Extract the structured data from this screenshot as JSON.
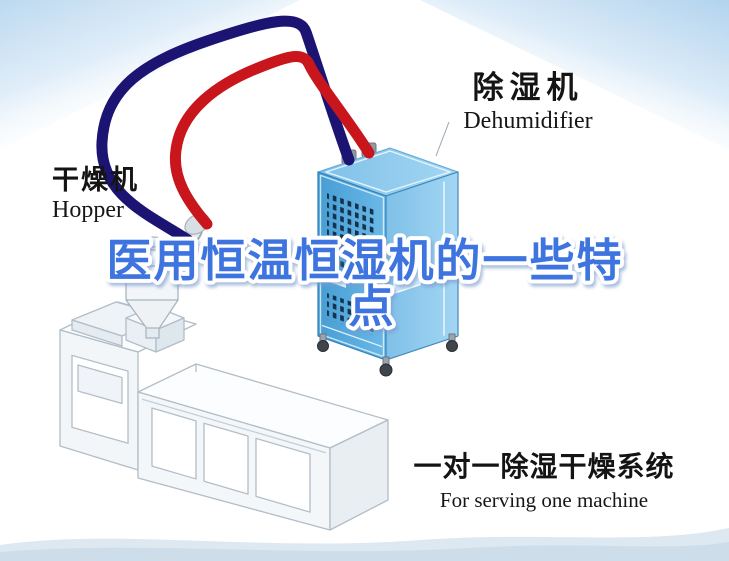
{
  "title": {
    "line1": "医用恒温恒湿机的一些特",
    "line2": "点",
    "color": "#3d74e0"
  },
  "labels": {
    "hopper_zh": "干燥机",
    "hopper_en": "Hopper",
    "dehumidifier_zh": "除湿机",
    "dehumidifier_en": "Dehumidifier"
  },
  "caption": {
    "zh": "一对一除湿干燥系统",
    "en": "For serving one machine"
  },
  "diagram": {
    "parts": [
      {
        "name": "hopper-dryer",
        "label_zh": "干燥机",
        "label_en": "Hopper"
      },
      {
        "name": "dehumidifier-unit",
        "label_zh": "除湿机",
        "label_en": "Dehumidifier"
      },
      {
        "name": "supply-pipe"
      },
      {
        "name": "return-pipe"
      },
      {
        "name": "processing-machine"
      }
    ]
  },
  "colors": {
    "background": "#ffffff",
    "corner_glow": "#bcd9f0",
    "pipe_red": "#c9161c",
    "pipe_navy": "#1b1473",
    "dehumidifier_front": "#4fa6da",
    "dehumidifier_side": "#8cc8ee",
    "dehumidifier_top": "#aadcf6",
    "machine_line": "#b2bdc7"
  }
}
